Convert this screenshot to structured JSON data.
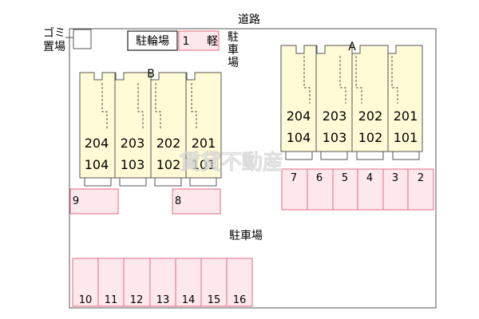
{
  "labels": {
    "road": "道路",
    "garbage_line1": "ゴミ",
    "garbage_line2": "置場",
    "bicycle_parking": "駐輪場",
    "light_slot_number": "1",
    "light_slot_kei": "軽",
    "parking_v1": "駐",
    "parking_v2": "車",
    "parking_v3": "場",
    "parking_main": "駐車場",
    "watermark": "賃貸不動産"
  },
  "building_a": {
    "name": "A",
    "upper_units": [
      "204",
      "203",
      "202",
      "201"
    ],
    "lower_units": [
      "104",
      "103",
      "102",
      "101"
    ]
  },
  "building_b": {
    "name": "B",
    "upper_units": [
      "204",
      "203",
      "202",
      "201"
    ],
    "lower_units": [
      "104",
      "103",
      "102",
      "101"
    ]
  },
  "parking": {
    "right_row": [
      "7",
      "6",
      "5",
      "4",
      "3",
      "2"
    ],
    "left_slot_9": "9",
    "left_slot_8": "8",
    "bottom_row": [
      "10",
      "11",
      "12",
      "13",
      "14",
      "15",
      "16"
    ]
  },
  "colors": {
    "building_fill": "#fffbd6",
    "parking_fill": "#fde8ec",
    "parking_stroke": "#e26b80",
    "line": "#555555"
  }
}
